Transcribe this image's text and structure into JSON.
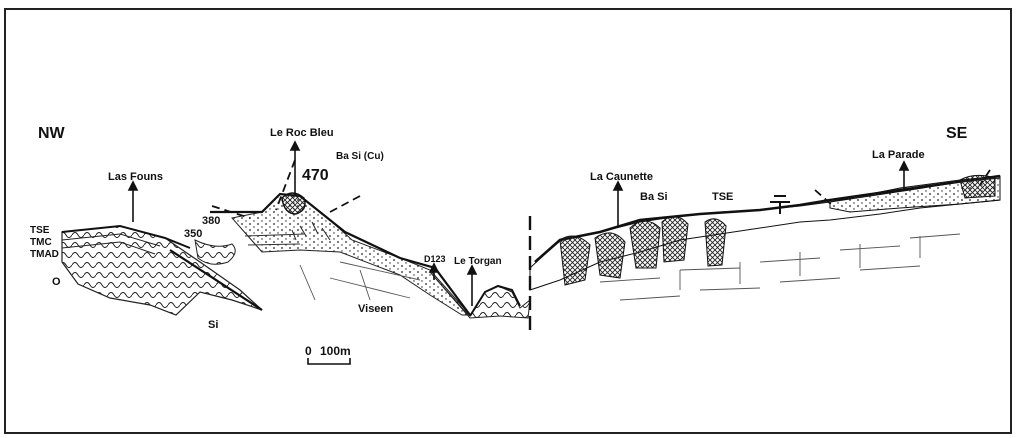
{
  "labels": {
    "nw": "NW",
    "se": "SE",
    "las_founs": "Las Founs",
    "le_roc_bleu": "Le Roc Bleu",
    "ba_si_cu": "Ba Si (Cu)",
    "alt_470": "470",
    "alt_380": "380",
    "alt_350": "350",
    "tse_left": "TSE",
    "tmc": "TMC",
    "tmad": "TMAD",
    "o": "O",
    "si": "Si",
    "viseen": "Viseen",
    "d123": "D123",
    "le_torgan": "Le Torgan",
    "la_caunette": "La Caunette",
    "ba_si": "Ba Si",
    "tse_right": "TSE",
    "la_parade": "La Parade",
    "scale": "100m",
    "scale_zero": "0"
  }
}
